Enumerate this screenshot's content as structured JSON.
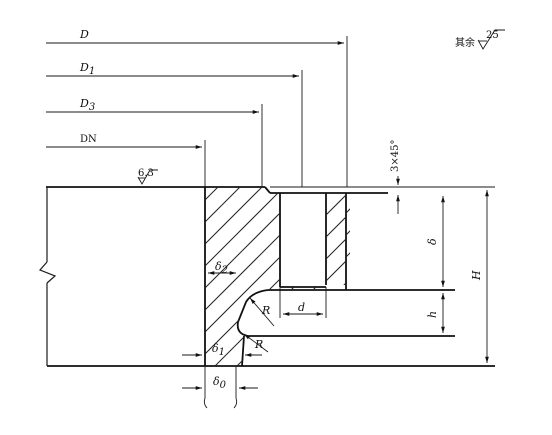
{
  "labels": {
    "D": "D",
    "D1": "D",
    "D1_sub": "1",
    "D3": "D",
    "D3_sub": "3",
    "DN": "DN",
    "roughness_main": "6.3",
    "roughness_other_prefix": "其余",
    "roughness_other_value": "25",
    "chamfer": "3×45°",
    "delta": "δ",
    "H": "H",
    "h": "h",
    "d": "d",
    "R_upper": "R",
    "R_lower": "R",
    "delta1": "δ",
    "delta1_sub": "1",
    "delta2": "δ",
    "delta2_sub": "2",
    "delta0": "δ",
    "delta0_sub": "0"
  }
}
